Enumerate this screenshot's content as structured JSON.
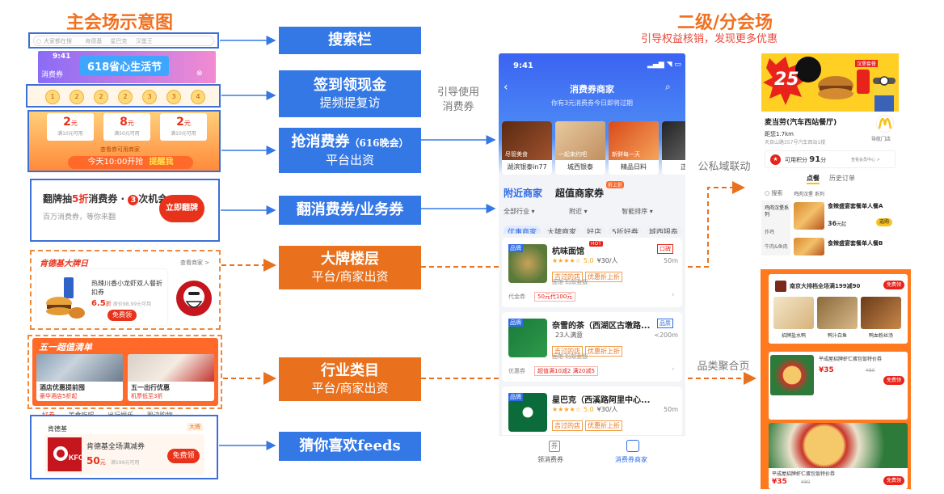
{
  "titles": {
    "main": "主会场示意图",
    "secondary": "二级/分会场",
    "secondary_caption": "引导权益核销，发现更多优惠"
  },
  "labels": {
    "search": "搜索栏",
    "checkin_l1": "签到领现金",
    "checkin_l2": "提频提复访",
    "coupon_l1": "抢消费券",
    "coupon_l1_small": "（616晚会）",
    "coupon_l2": "平台出资",
    "flip": "翻消费券/业务券",
    "brand_l1": "大牌楼层",
    "brand_l2": "平台/商家出资",
    "category_l1": "行业类目",
    "category_l2": "平台/商家出资",
    "feeds": "猜你喜欢feeds"
  },
  "notes": {
    "guide_l1": "引导使用",
    "guide_l2": "消费券",
    "public_private": "公私域联动",
    "category_page": "品类聚合页"
  },
  "left": {
    "search_placeholder": "大家都在搜",
    "search_hints": [
      "肯德基",
      "星巴克",
      "汉堡王"
    ],
    "status_time": "9:41",
    "festival_badge": "618省心生活节",
    "app_title": "消费券",
    "checkin_days": [
      "1",
      "2",
      "2",
      "2",
      "3",
      "3",
      "4"
    ],
    "coupons": [
      {
        "value": "2",
        "unit": "元",
        "cond": "满10元可用"
      },
      {
        "value": "8",
        "unit": "元",
        "cond": "满50元可用"
      },
      {
        "value": "2",
        "unit": "元",
        "cond": "满10元可用"
      }
    ],
    "coupon_more": "查看券可用商家",
    "coupon_bar_text": "今天10:00开抢",
    "coupon_bar_action": "提醒我",
    "flip_title_a": "翻牌抽",
    "flip_title_b": "5折",
    "flip_title_c": "消费券 · ",
    "flip_title_d": "3",
    "flip_title_e": "次机会",
    "flip_sub": "百万消费券，等你来翻",
    "flip_button": "立即翻牌",
    "brand_header": "肯德基大牌日",
    "brand_more": "查看商家 >",
    "brand_item": "热辣川香小龙虾双人餐折扣券",
    "brand_price": "6.5",
    "brand_price_unit": "折",
    "brand_price_orig": "原价88.99元可用",
    "brand_button": "免费领",
    "list_header": "五一超值清单",
    "list_items": [
      {
        "title": "酒店优惠提前囤",
        "sub": "豪华酒店5折起"
      },
      {
        "title": "五一出行优惠",
        "sub": "机票低至3折"
      }
    ],
    "feed_tabs": [
      "好券",
      "美食吃喝",
      "出行娱乐",
      "周边购物"
    ],
    "feed_brand": "肯德基",
    "feed_badge": "大牌",
    "feed_title": "肯德基全场满减券",
    "feed_amount": "50",
    "feed_amount_unit": "元",
    "feed_cond": "满199元可用",
    "feed_button": "免费领"
  },
  "phone": {
    "time": "9:41",
    "title": "消费券商家",
    "subtitle": "你有3元消费券今日即将过期",
    "categories": [
      {
        "tag": "尽管美食",
        "name": "湖滨银泰in77"
      },
      {
        "tag": "一起来约吧",
        "name": "城西银泰"
      },
      {
        "tag": "新鲜每一天",
        "name": "精品日料"
      },
      {
        "tag": "",
        "name": "正宗"
      }
    ],
    "tab_active": "附近商家",
    "tab_other": "超值商家券",
    "tab_other_badge": "折上折",
    "filters": [
      "全部行业",
      "附近",
      "智能排序"
    ],
    "chips": [
      "优惠商家",
      "大牌商家",
      "好店",
      "5折好券",
      "城西银泰",
      "上"
    ],
    "shops": [
      {
        "brand": "品牌",
        "name": "杭味面馆",
        "hot": "HOT",
        "badge": "口碑",
        "stars": "★★★★☆",
        "score": "5.0",
        "avg": "¥30/人",
        "dist": "50m",
        "tags": [
          "吉过的店",
          "优惠折上折"
        ],
        "sub": "面馆  蚂蚁金服",
        "coupon_label": "代金券",
        "coupon": "50元代100元"
      },
      {
        "brand": "品牌",
        "name": "奈雪的茶（西湖区古墩路...",
        "hot": "",
        "badge": "品质",
        "stars": "",
        "score": "",
        "avg": "23人满意",
        "dist": "<200m",
        "tags": [
          "吉过的店",
          "优惠折上折"
        ],
        "sub": "面馆  蚂蚁金服",
        "coupon_label": "优惠券",
        "coupon": "超值满10减2  满20减5"
      },
      {
        "brand": "品牌",
        "name": "星巴克（西溪路阿里中心...",
        "hot": "",
        "badge": "",
        "stars": "★★★★☆",
        "score": "5.0",
        "avg": "¥30/人",
        "dist": "50m",
        "tags": [
          "吉过的店",
          "优惠折上折"
        ],
        "sub": "",
        "coupon_label": "",
        "coupon": ""
      }
    ],
    "nav": [
      "领消费券",
      "消费券商家"
    ]
  },
  "right_top": {
    "promo_big": "25",
    "promo_small": "汉堡套餐",
    "shop_name": "麦当劳(汽车西站餐厅)",
    "dist": "距您1.7km",
    "addr": "天目山路357号汽车西站1楼",
    "nav": "导航门店",
    "points_label": "可用积分",
    "points_value": "91",
    "points_unit": "分",
    "points_more": "查看会员中心 >",
    "tabs": [
      "点餐",
      "历史订单"
    ],
    "search": "搜索",
    "menu_group": "鸡肉汉堡 系列",
    "side": [
      "鸡肉汉堡系列",
      "炸鸡",
      "牛肉&鱼肉"
    ],
    "items": [
      {
        "name": "食辣盛宴套餐单人餐A",
        "price": "36",
        "unit": "元起",
        "button": "选购"
      },
      {
        "name": "食辣盛宴套餐单人餐B",
        "price": "",
        "unit": "",
        "button": ""
      }
    ]
  },
  "right_bottom": {
    "header": "南京大排档全场满199减90",
    "header_button": "免费领",
    "thumbs": [
      "招牌盐水鸭",
      "鸭汁白鱼",
      "鸭血粉丝汤"
    ],
    "deals": [
      {
        "title": "平成屋招牌虾仁蛋包饭特价券",
        "price": "35",
        "orig": "¥80",
        "button": "免费领"
      },
      {
        "title": "平成屋招牌虾仁蛋包饭特价券",
        "price": "35",
        "orig": "¥80",
        "button": "免费领"
      }
    ]
  },
  "colors": {
    "blue": "#3478e6",
    "orange": "#e9711e",
    "title_orange": "#f07020",
    "red": "#e8483a"
  }
}
